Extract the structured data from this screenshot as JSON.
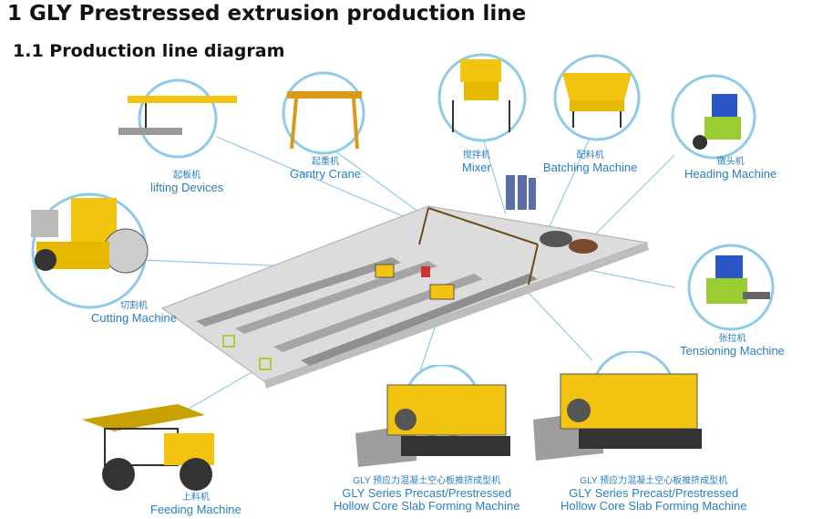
{
  "headings": {
    "title": "1 GLY Prestressed extrusion production line",
    "subtitle": "1.1 Production line diagram"
  },
  "labels": {
    "lifting": {
      "zh": "起板机",
      "en": "lifting Devices"
    },
    "gantry": {
      "zh": "起重机",
      "en": "Gantry Crane"
    },
    "mixer": {
      "zh": "搅拌机",
      "en": "Mixer"
    },
    "batching": {
      "zh": "配料机",
      "en": "Batching Machine"
    },
    "heading": {
      "zh": "镦头机",
      "en": "Heading Machine"
    },
    "cutting": {
      "zh": "切割机",
      "en": "Cutting Machine"
    },
    "tensioning": {
      "zh": "张拉机",
      "en": "Tensioning Machine"
    },
    "feeding": {
      "zh": "上料机",
      "en": "Feeding Machine"
    },
    "forming1": {
      "zh": "GLY 预应力混凝土空心板推挤成型机",
      "en1": "GLY Series Precast/Prestressed",
      "en2": "Hollow Core Slab Forming Machine"
    },
    "forming2": {
      "zh": "GLY 预应力混凝土空心板推挤成型机",
      "en1": "GLY Series Precast/Prestressed",
      "en2": "Hollow Core Slab Forming Machine"
    }
  },
  "colors": {
    "label_blue": "#2a7fc0",
    "ring_blue": "#8fcbe8",
    "machine_yellow": "#f2c40f",
    "floor_gray": "#dcdcdc"
  },
  "icons": [
    "lifting-device-icon",
    "gantry-crane-icon",
    "mixer-icon",
    "batching-machine-icon",
    "heading-machine-icon",
    "cutting-machine-icon",
    "tensioning-machine-icon",
    "feeding-machine-icon",
    "forming-machine-icon"
  ]
}
